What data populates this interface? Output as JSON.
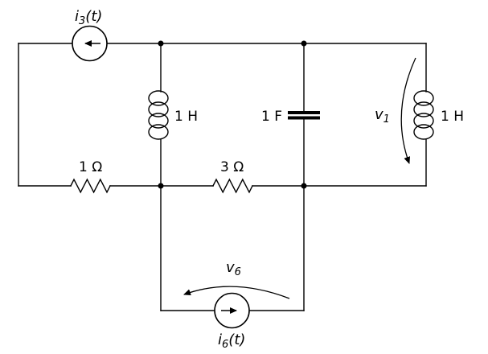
{
  "diagram": {
    "kind": "electrical-circuit",
    "background_color": "#ffffff",
    "line_color": "#000000",
    "sources": {
      "i3": {
        "symbol": "i",
        "sub": "3",
        "arg": "(t)",
        "type": "current-source",
        "arrow_direction": "left"
      },
      "i6": {
        "symbol": "i",
        "sub": "6",
        "arg": "(t)",
        "type": "current-source",
        "arrow_direction": "right"
      }
    },
    "voltage_labels": {
      "v1": {
        "symbol": "v",
        "sub": "1",
        "arrow": "arc pointing down along right inductor"
      },
      "v6": {
        "symbol": "v",
        "sub": "6",
        "arrow": "arc pointing left above bottom source"
      }
    },
    "components": {
      "inductor_middle": {
        "value": "1 H"
      },
      "inductor_right": {
        "value": "1 H"
      },
      "capacitor": {
        "value": "1 F"
      },
      "resistor_left": {
        "value": "1 Ω"
      },
      "resistor_middle": {
        "value": "3 Ω"
      }
    }
  }
}
